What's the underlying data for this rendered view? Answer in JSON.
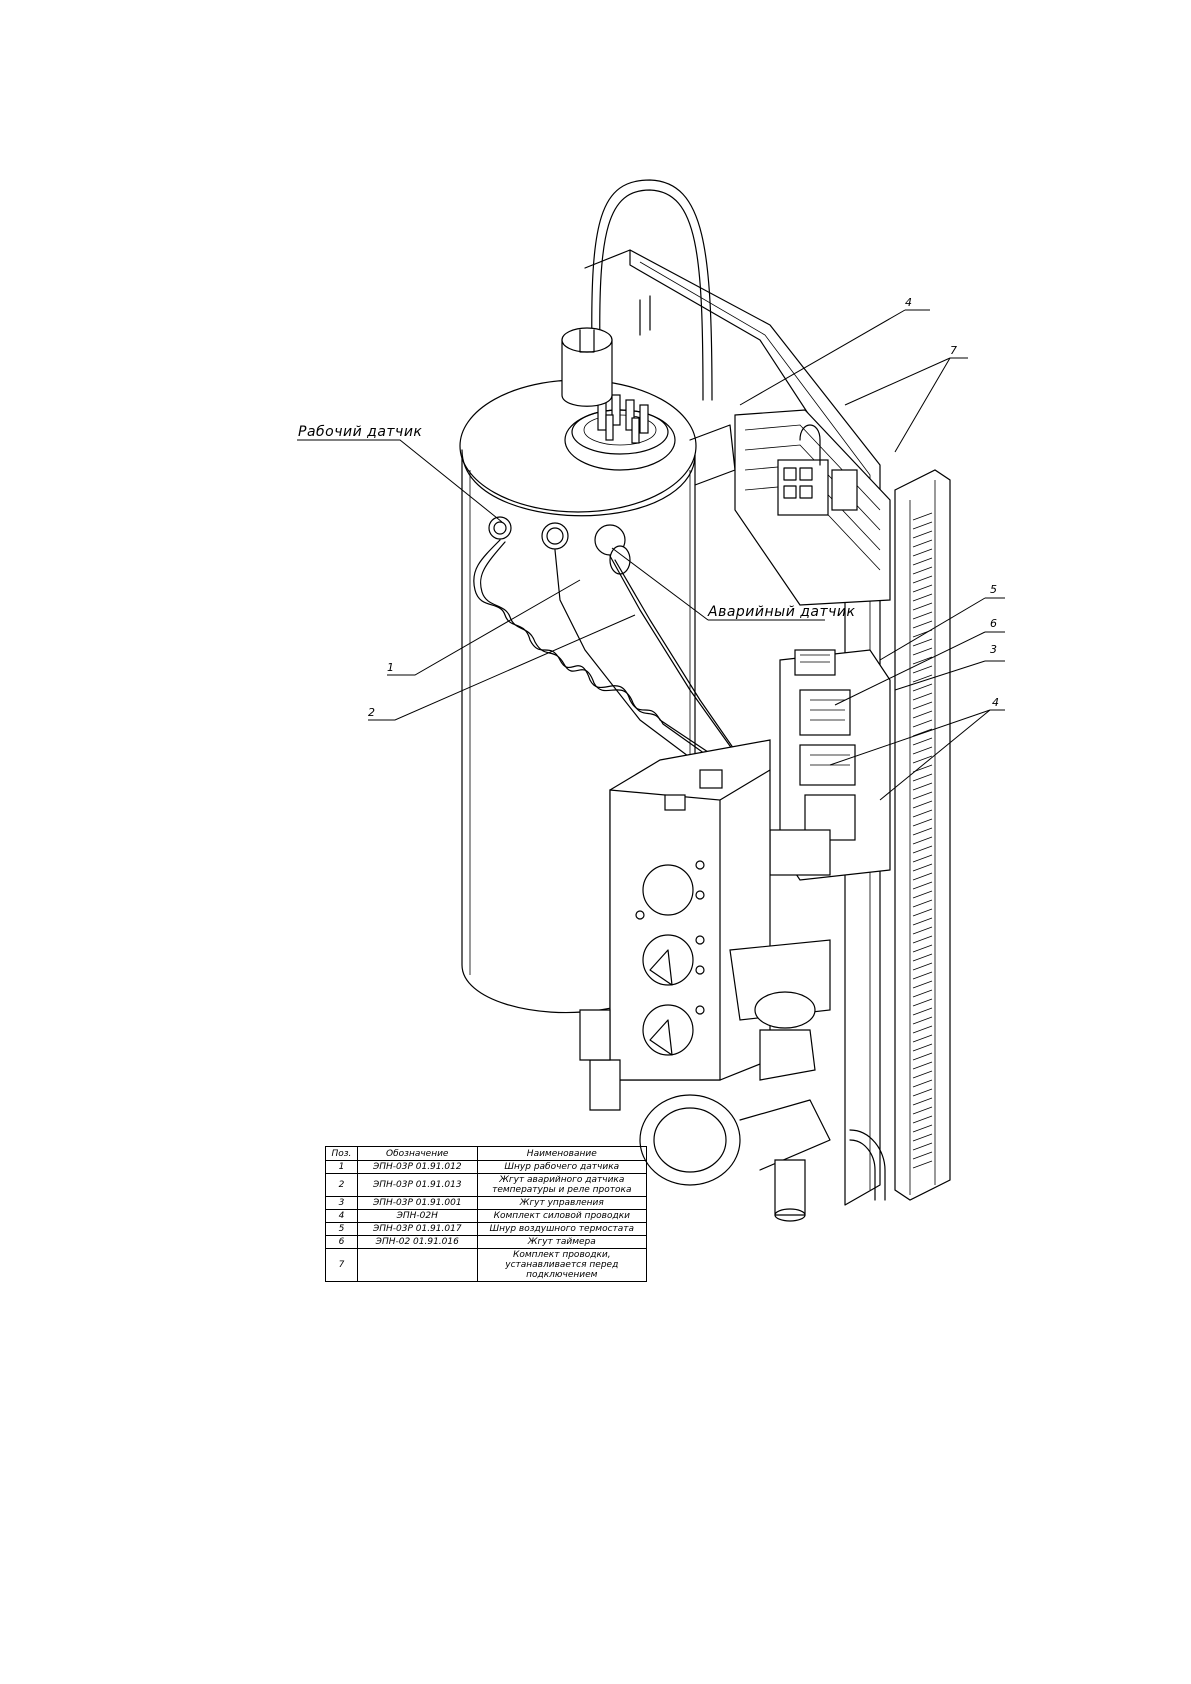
{
  "labels": {
    "working_sensor": "Рабочий датчик",
    "emergency_sensor": "Аварийный датчик"
  },
  "callouts": {
    "c1": "1",
    "c2": "2",
    "c3": "3",
    "c4_top": "4",
    "c4_right": "4",
    "c5": "5",
    "c6": "6",
    "c7": "7"
  },
  "table": {
    "headers": [
      "Поз.",
      "Обозначение",
      "Наименование"
    ],
    "rows": [
      {
        "pos": "1",
        "code": "ЭПН-03Р 01.91.012",
        "name": "Шнур рабочего датчика"
      },
      {
        "pos": "2",
        "code": "ЭПН-03Р 01.91.013",
        "name": "Жгут аварийного датчика температуры и реле протока"
      },
      {
        "pos": "3",
        "code": "ЭПН-03Р 01.91.001",
        "name": "Жгут управления"
      },
      {
        "pos": "4",
        "code": "ЭПН-02Н",
        "name": "Комплект силовой проводки"
      },
      {
        "pos": "5",
        "code": "ЭПН-03Р 01.91.017",
        "name": "Шнур воздушного термостата"
      },
      {
        "pos": "6",
        "code": "ЭПН-02 01.91.016",
        "name": "Жгут таймера"
      },
      {
        "pos": "7",
        "code": "",
        "name": "Комплект проводки, устанавливается перед подключением"
      }
    ]
  }
}
